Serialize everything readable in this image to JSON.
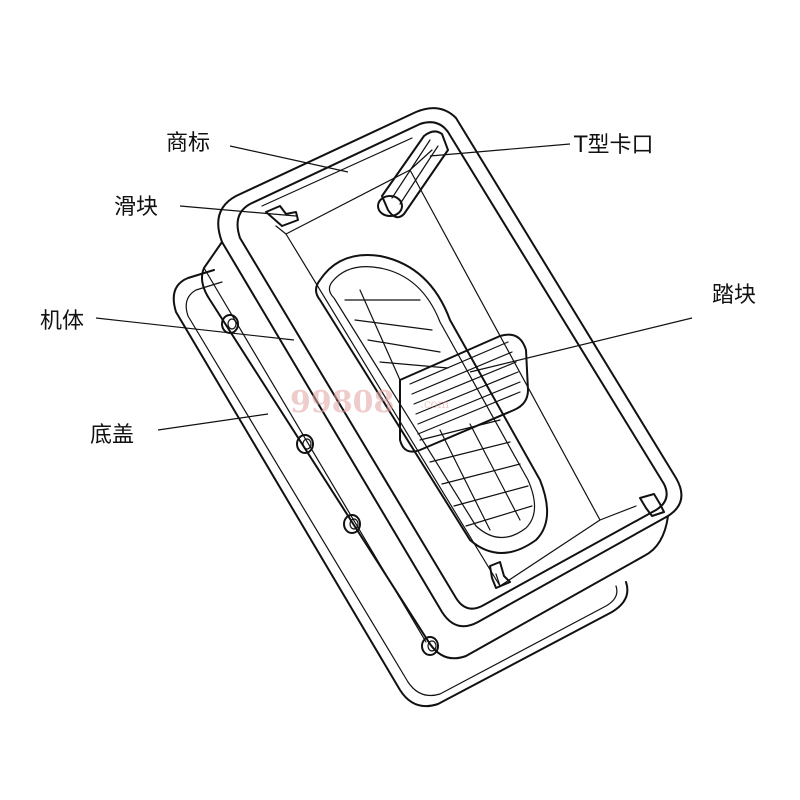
{
  "labels": {
    "shangbiao": "商标",
    "tkakou": "T型卡口",
    "huakuai": "滑块",
    "takuai": "踏块",
    "jiti": "机体",
    "digai": "底盖"
  },
  "watermark": {
    "main": "99808",
    "suffix": ".com"
  }
}
